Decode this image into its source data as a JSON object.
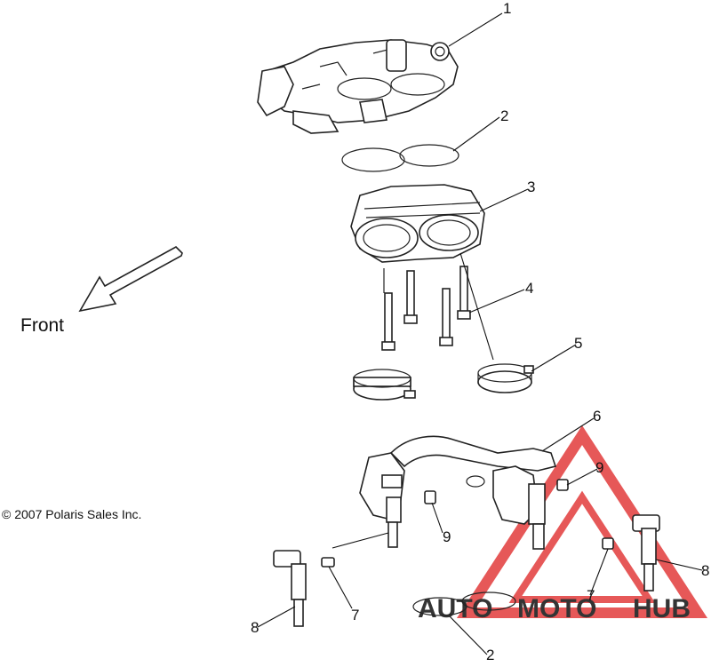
{
  "diagram": {
    "front_label": "Front",
    "copyright": "© 2007 Polaris Sales Inc.",
    "watermark": {
      "part1": "AUTO",
      "part2": "MOTO",
      "part3": "HUB",
      "color_red": "#e23b3b",
      "color_orange": "#f0a830",
      "color_dark": "#2a2a2a"
    },
    "callouts": [
      {
        "id": "c1",
        "label": "1"
      },
      {
        "id": "c2a",
        "label": "2"
      },
      {
        "id": "c3",
        "label": "3"
      },
      {
        "id": "c4",
        "label": "4"
      },
      {
        "id": "c5",
        "label": "5"
      },
      {
        "id": "c6",
        "label": "6"
      },
      {
        "id": "c9a",
        "label": "9"
      },
      {
        "id": "c9b",
        "label": "9"
      },
      {
        "id": "c8a",
        "label": "8"
      },
      {
        "id": "c8b",
        "label": "8"
      },
      {
        "id": "c7a",
        "label": "7"
      },
      {
        "id": "c7b",
        "label": "7"
      },
      {
        "id": "c2b",
        "label": "2"
      }
    ]
  }
}
